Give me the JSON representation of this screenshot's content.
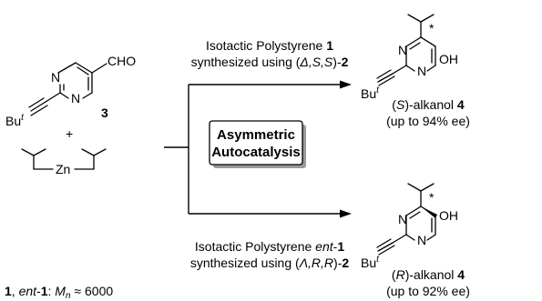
{
  "atoms": {
    "N": "N",
    "CHO": "CHO",
    "OH": "OH",
    "Zn": "Zn",
    "Bu": "Bu",
    "t_sup": "t",
    "stereo_mark": "*",
    "plus": "+"
  },
  "reactant": {
    "compound_number": "3"
  },
  "top_condition": {
    "line1_prefix": "Isotactic Polystyrene ",
    "line1_number": "1",
    "line2_prefix": "synthesized using (",
    "line2_descriptor": "Δ,S,S",
    "line2_suffix": ")-",
    "line2_number": "2"
  },
  "bottom_condition": {
    "line1_prefix": "Isotactic Polystyrene ",
    "line1_ent": "ent",
    "line1_dash": "-",
    "line1_number": "1",
    "line2_prefix": "synthesized using (",
    "line2_descriptor": "Λ,R,R",
    "line2_suffix": ")-",
    "line2_number": "2"
  },
  "center_box": {
    "line1": "Asymmetric",
    "line2": "Autocatalysis"
  },
  "product_top": {
    "open": "(",
    "config": "S",
    "close": ")-alkanol ",
    "number": "4",
    "ee": "(up to 94% ee)"
  },
  "product_bottom": {
    "open": "(",
    "config": "R",
    "close": ")-alkanol ",
    "number": "4",
    "ee": "(up to 92% ee)"
  },
  "footnote": {
    "n1": "1",
    "sep": ", ",
    "ent": "ent",
    "dash": "-",
    "n2": "1",
    "colon": ": ",
    "M": "M",
    "sub_n": "n",
    "approx": " ≈ 6000"
  },
  "colors": {
    "ink": "#000000",
    "background": "#ffffff"
  }
}
